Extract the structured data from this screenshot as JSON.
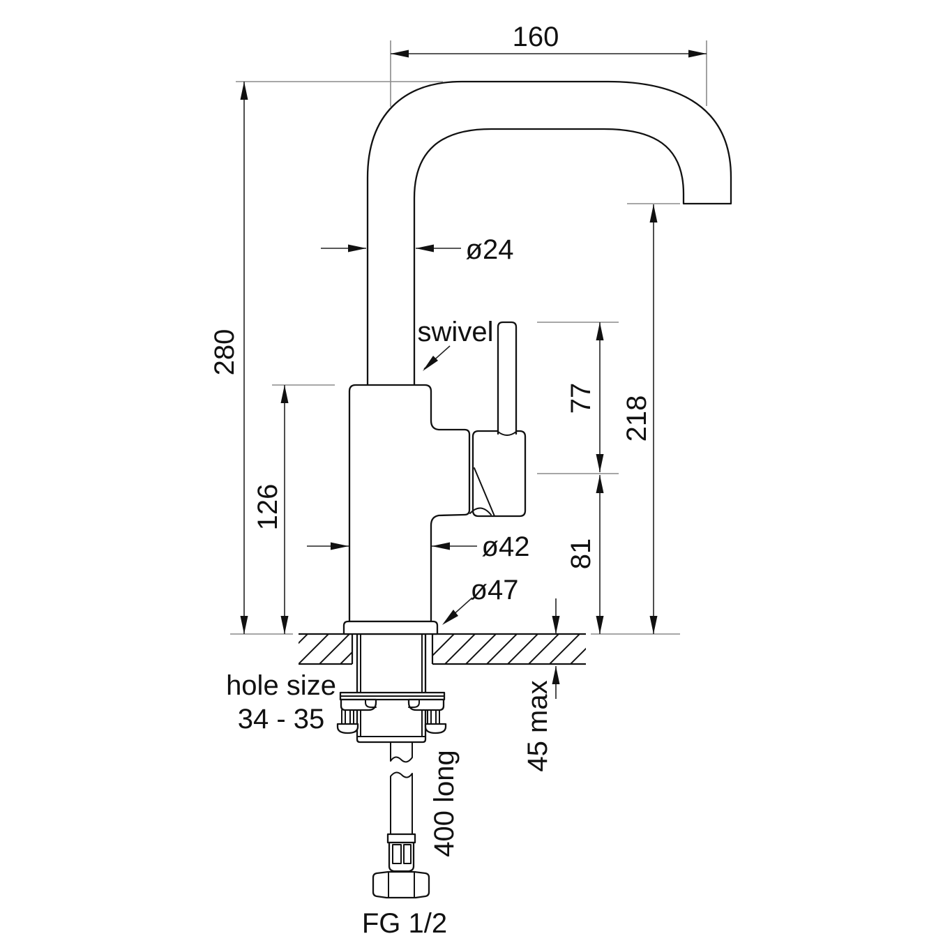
{
  "drawing": {
    "colors": {
      "outline": "#111111",
      "dimension_line": "#222222",
      "extension_line": "#8a8a8a",
      "hose": "#bcc9c4",
      "background": "#ffffff"
    },
    "labels": {
      "spout_reach": "160",
      "spout_tube_diameter": "ø24",
      "swivel_note": "swivel",
      "overall_height": "280",
      "handle_height": "77",
      "spout_outlet_height": "218",
      "body_height": "126",
      "body_diameter": "ø42",
      "pivot_height": "81",
      "base_flange_diameter": "ø47",
      "hole_size_label": "hole size",
      "hole_size_range": "34 - 35",
      "bench_max_thickness": "45 max",
      "hose_length": "400 long",
      "hose_connection": "FG 1/2"
    }
  }
}
